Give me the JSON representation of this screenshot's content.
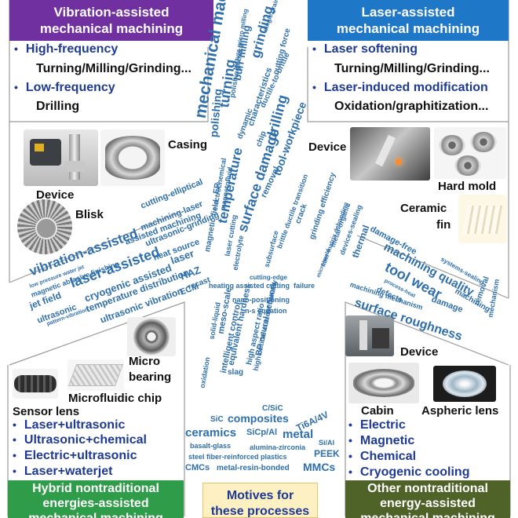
{
  "panels": {
    "top_left": {
      "header": [
        "Vibration-assisted",
        "mechanical machining"
      ],
      "bullets": [
        "High-frequency",
        "Low-frequency"
      ],
      "subs": [
        "Turning/Milling/Grinding...",
        "Drilling"
      ],
      "labels": {
        "casing": "Casing",
        "device": "Device",
        "blisk": "Blisk"
      }
    },
    "top_right": {
      "header": [
        "Laser-assisted",
        "mechanical machining"
      ],
      "bullets": [
        "Laser softening",
        "Laser-induced modification"
      ],
      "subs": [
        "Turning/Milling/Grinding...",
        "Oxidation/graphitization..."
      ],
      "labels": {
        "device": "Device",
        "hard_mold": "Hard mold",
        "ceramic_fin": [
          "Ceramic",
          "fin"
        ]
      }
    },
    "bottom_left": {
      "labels": {
        "micro_bearing": [
          "Micro",
          "bearing"
        ],
        "microfluidic_chip": "Microfluidic chip",
        "sensor_lens": "Sensor lens"
      },
      "bullets": [
        "Laser+ultrasonic",
        "Ultrasonic+chemical",
        "Electric+ultrasonic",
        "Laser+waterjet"
      ],
      "footer": [
        "Hybrid nontraditional",
        "energies-assisted",
        "mechanical machining"
      ]
    },
    "bottom_right": {
      "labels": {
        "device": "Device",
        "cabin": "Cabin",
        "aspheric_lens": "Aspheric lens"
      },
      "bullets": [
        "Electric",
        "Magnetic",
        "Chemical",
        "Cryogenic cooling"
      ],
      "footer": [
        "Other nontraditional",
        "energy-assisted",
        "mechanical machining"
      ]
    },
    "center_footer": [
      "Motives for",
      "these processes"
    ]
  },
  "word_cloud": {
    "top_arm": [
      "burr milling",
      "texture micro milling",
      "polishing stress",
      "single grain",
      "mechanical machining",
      "grinding",
      "turning",
      "ductile-to-brittle",
      "cutting force",
      "polishing",
      "characteristics",
      "drilling",
      "dynamic",
      "chip",
      "tool-workpiece",
      "temperature",
      "surface damage",
      "removal",
      "cutting-edge"
    ],
    "left_arm": [
      "cutting-elliptical",
      "machining-laser",
      "vibration-assisted",
      "ultrasonic-grinding",
      "assisted machining",
      "heat source",
      "laser-assisted",
      "laser",
      "HAZ",
      "recast",
      "magnetic field",
      "ER",
      "electrochemical",
      "magnetofluid",
      "cryogenic assisted",
      "temperature distribution",
      "ultrasonic vibration",
      "ECM",
      "jet field",
      "low pressure water jet",
      "magnetic abrasive finishing",
      "ultrasonic",
      "pattern-vibration",
      "laser cutting",
      "subsurface",
      "electrolyte",
      "heating assisted cutting"
    ],
    "right_arm": [
      "damage-free",
      "machining quality",
      "systems-sealing",
      "tool wear",
      "process-heat",
      "machining",
      "damage",
      "removal",
      "mechanism",
      "surface roughness",
      "defects",
      "grinding efficiency",
      "crack",
      "metal-organic",
      "devices-sealing",
      "fiber-matrix debonding",
      "machining mechanism",
      "thermal",
      "brittle ductile transition",
      "failure",
      "micro-mold"
    ],
    "bottom_arm": [
      "nano-positioning",
      "n-s equation",
      "solid-liquid",
      "meso-scale",
      "slag",
      "intelligent control",
      "equivalent hardness",
      "high aspect ratio",
      "high critical current density",
      "BP neural network",
      "oxidation"
    ],
    "materials": [
      "SiC",
      "composites",
      "Ti6A/4V",
      "ceramics",
      "SiCp/Al",
      "metal",
      "Si/Al",
      "basalt-glass",
      "alumina-zirconia",
      "PEEK",
      "steel fiber-reinforced plastics",
      "CMCs",
      "metal-resin-bonded",
      "MMCs",
      "C/SiC"
    ]
  },
  "colors": {
    "purple": "#7030a0",
    "blue": "#1f77c8",
    "green": "#2e9c48",
    "olive": "#4f6228",
    "gold_bg": "#fdf1c4",
    "bullet_text": "#1f3a93",
    "cloud": "#2f6fab"
  }
}
